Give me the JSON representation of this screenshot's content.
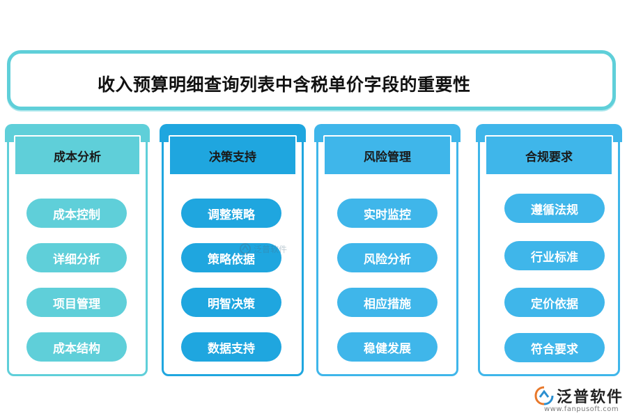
{
  "title": "收入预算明细查询列表中含税单价字段的重要性",
  "columns": [
    {
      "heading": "成本分析",
      "items": [
        "成本控制",
        "详细分析",
        "项目管理",
        "成本结构"
      ]
    },
    {
      "heading": "决策支持",
      "items": [
        "调整策略",
        "策略依据",
        "明智决策",
        "数据支持"
      ]
    },
    {
      "heading": "风险管理",
      "items": [
        "实时监控",
        "风险分析",
        "相应措施",
        "稳健发展"
      ]
    },
    {
      "heading": "合规要求",
      "items": [
        "遵循法规",
        "行业标准",
        "定价依据",
        "符合要求"
      ]
    }
  ],
  "watermark": {
    "center_text": "泛普软件",
    "logo_text": "泛普软件",
    "logo_url": "www.fanpusoft.com"
  },
  "colors": {
    "teal": "#5fcfd9",
    "blue_dark": "#1fa6df",
    "blue_light": "#3fb6ea"
  }
}
